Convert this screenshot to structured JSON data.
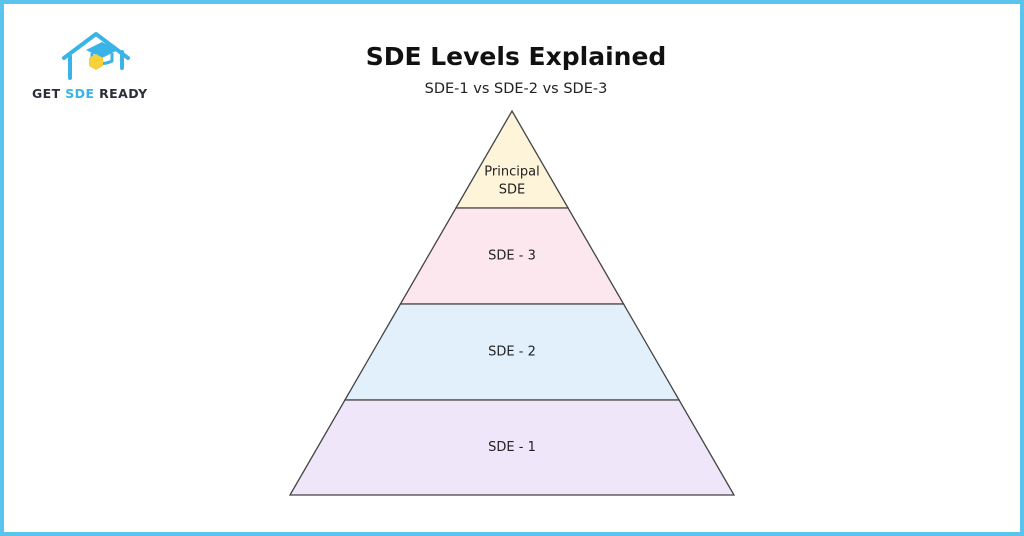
{
  "brand": {
    "text_part1": "GET ",
    "text_accent": "SDE",
    "text_part2": " READY",
    "logo_icon": "graduation-house-icon",
    "accent_color": "#3ab4e6",
    "hex_color": "#f7d13a"
  },
  "header": {
    "title": "SDE Levels Explained",
    "subtitle": "SDE-1 vs SDE-2 vs SDE-3"
  },
  "pyramid": {
    "stroke_color": "#444444",
    "tiers": [
      {
        "lines": [
          "Principal",
          "SDE"
        ],
        "color": "#fdf4d9"
      },
      {
        "lines": [
          "SDE - 3"
        ],
        "color": "#fde7ee"
      },
      {
        "lines": [
          "SDE - 2"
        ],
        "color": "#e2f0fc"
      },
      {
        "lines": [
          "SDE - 1"
        ],
        "color": "#f0e6fa"
      }
    ]
  }
}
